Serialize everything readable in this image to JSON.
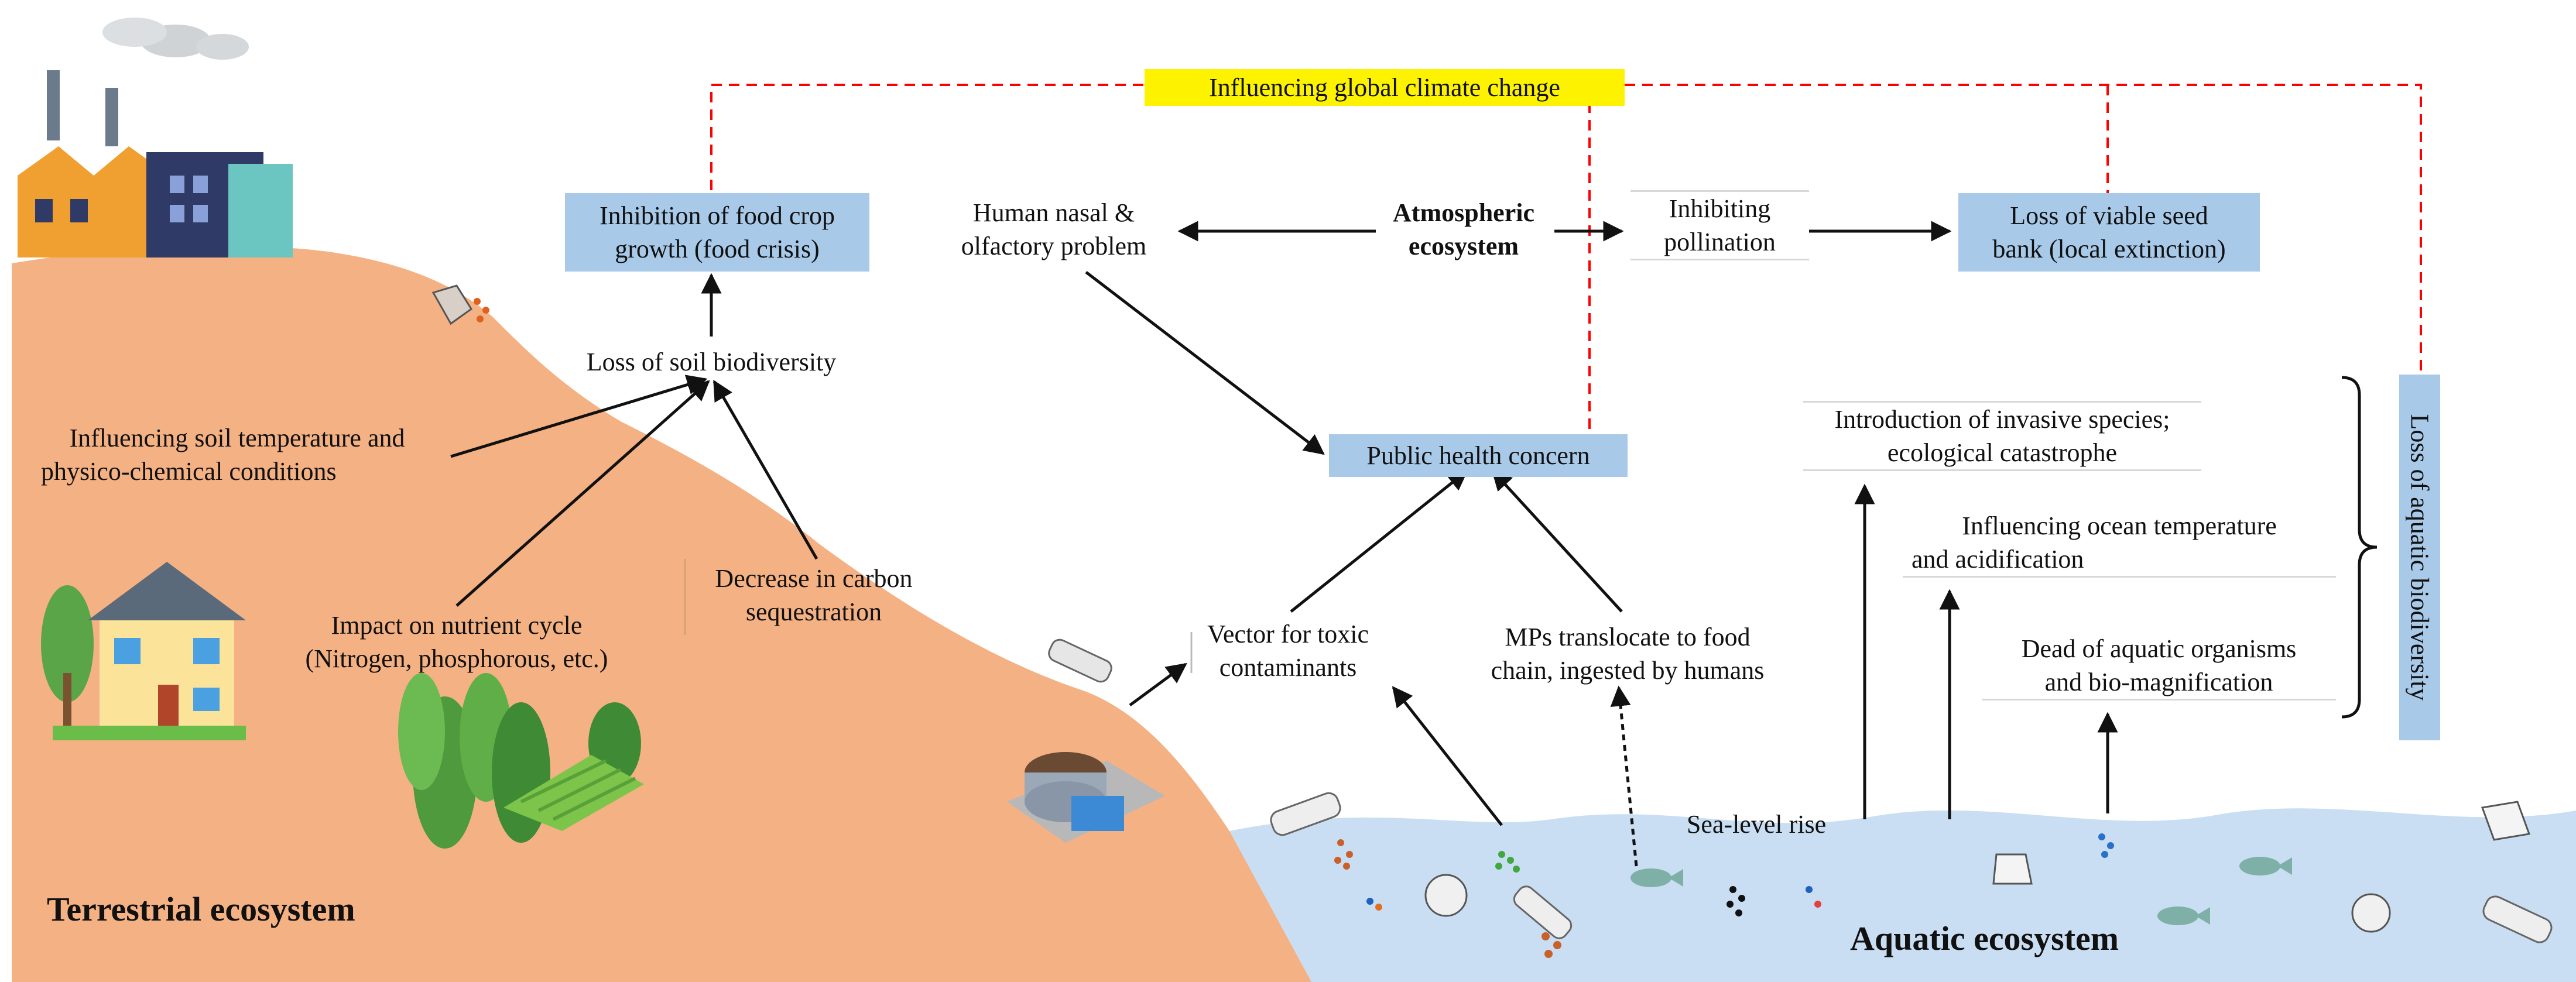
{
  "title_box": "Influencing global climate change",
  "ecosystems": {
    "terrestrial": "Terrestrial  ecosystem",
    "atmospheric": [
      "Atmospheric",
      "ecosystem"
    ],
    "aquatic": "Aquatic  ecosystem"
  },
  "nodes": {
    "food_crop": [
      "Inhibition of food crop",
      "growth (food crisis)"
    ],
    "soil_biodiversity": "Loss of soil biodiversity",
    "soil_temperature": [
      "Influencing soil temperature and",
      "physico-chemical conditions"
    ],
    "nutrient_cycle": [
      "Impact on nutrient cycle",
      "(Nitrogen, phosphorous, etc.)"
    ],
    "carbon_sequestration": [
      "Decrease in carbon",
      "sequestration"
    ],
    "nasal": [
      "Human nasal &",
      "olfactory problem"
    ],
    "pollination": [
      "Inhibiting",
      "pollination"
    ],
    "seed_bank": [
      "Loss of viable seed",
      "bank (local extinction)"
    ],
    "public_health": "Public health concern",
    "vector": [
      "Vector for toxic",
      "contaminants"
    ],
    "mps_food_chain": [
      "MPs translocate to food",
      "chain, ingested by humans"
    ],
    "invasive": [
      "Introduction of invasive species;",
      "ecological catastrophe"
    ],
    "ocean_temp": [
      "Influencing ocean temperature",
      "and acidification"
    ],
    "dead_organisms": [
      "Dead of aquatic organisms",
      "and bio-magnification"
    ],
    "aquatic_biodiversity": "Loss of aquatic biodiversity",
    "sea_level": "Sea-level rise"
  },
  "icons": [
    "factory-icon",
    "house-icon",
    "forest-icon",
    "farm-field-icon",
    "water-treatment-plant-icon",
    "plastic-bottle-icon",
    "plastic-bag-icon",
    "fish-icon",
    "microplastic-particles-icon"
  ],
  "colors": {
    "land": "#f4b183",
    "water": "#c9def2",
    "blue_box": "#a8c9e8",
    "yellow_box": "#fdf200",
    "climate_link": "#ff0000"
  }
}
